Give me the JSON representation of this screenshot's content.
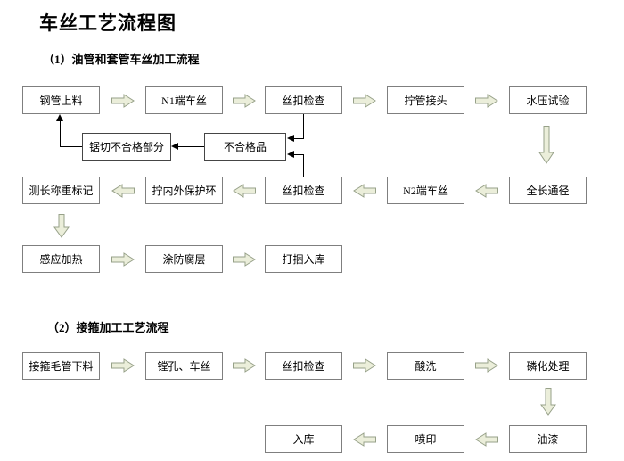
{
  "page": {
    "title": "车丝工艺流程图"
  },
  "sections": [
    {
      "title": "（1）油管和套管车丝加工流程"
    },
    {
      "title": "（2）接箍加工工艺流程"
    }
  ],
  "flow1": {
    "main_row": [
      "钢管上料",
      "N1端车丝",
      "丝扣检查",
      "拧管接头",
      "水压试验"
    ],
    "rework_row": [
      "锯切不合格部分",
      "不合格品"
    ],
    "return_row": [
      "测长称重标记",
      "拧内外保护环",
      "丝扣检查",
      "N2端车丝",
      "全长通径"
    ],
    "final_row": [
      "感应加热",
      "涂防腐层",
      "打捆入库"
    ]
  },
  "flow2": {
    "main_row": [
      "接箍毛管下料",
      "镗孔、车丝",
      "丝扣检查",
      "酸洗",
      "磷化处理"
    ],
    "final_row": [
      "入库",
      "喷印",
      "油漆"
    ]
  },
  "icons": {
    "flow_arrow_right": "hollow block arrow pointing right",
    "flow_arrow_left": "hollow block arrow pointing left",
    "flow_arrow_down": "hollow block arrow pointing down",
    "connector_arrowhead": "small solid black triangle arrowhead"
  },
  "colors": {
    "background": "#ffffff",
    "box_fill": "#ffffff",
    "box_border": "#7f7f7f",
    "rework_box_border": "#454545",
    "arrow_fill": "#ebeeda",
    "arrow_stroke": "#97a189",
    "connector": "#000000",
    "text": "#000000"
  }
}
